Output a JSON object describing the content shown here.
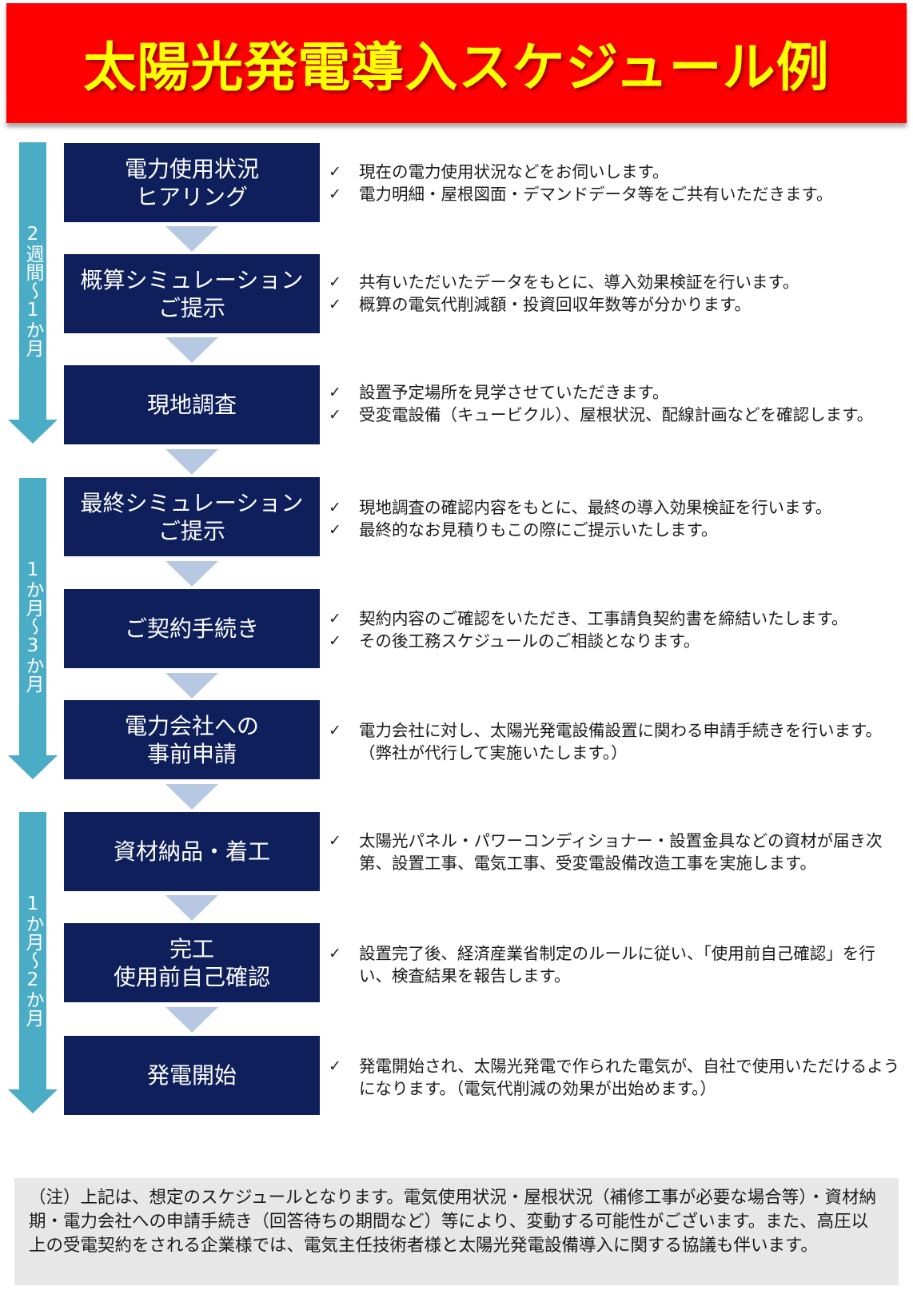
{
  "title": "太陽光発電導入スケジュール例",
  "colors": {
    "banner": "#ff0000",
    "title_text": "#ffff00",
    "step_box": "#0e1f5b",
    "phase_arrow": "#4bacc6",
    "step_arrow": "#b7c9e2",
    "note_bg": "#e7e7e7"
  },
  "phases": [
    {
      "label": "2週間〜1か月"
    },
    {
      "label": "1か月〜3か月"
    },
    {
      "label": "1か月〜2か月"
    }
  ],
  "steps": [
    {
      "label": "電力使用状況\nヒアリング",
      "items": [
        "現在の電力使用状況などをお伺いします。",
        "電力明細・屋根図面・デマンドデータ等をご共有いただきます。"
      ]
    },
    {
      "label": "概算シミュレーション\nご提示",
      "items": [
        "共有いただいたデータをもとに、導入効果検証を行います。",
        "概算の電気代削減額・投資回収年数等が分かります。"
      ]
    },
    {
      "label": "現地調査",
      "items": [
        "設置予定場所を見学させていただきます。",
        "受変電設備（キュービクル）、屋根状況、配線計画などを確認します。"
      ]
    },
    {
      "label": "最終シミュレーション\nご提示",
      "items": [
        "現地調査の確認内容をもとに、最終の導入効果検証を行います。",
        "最終的なお見積りもこの際にご提示いたします。"
      ]
    },
    {
      "label": "ご契約手続き",
      "items": [
        "契約内容のご確認をいただき、工事請負契約書を締結いたします。",
        "その後工務スケジュールのご相談となります。"
      ]
    },
    {
      "label": "電力会社への\n事前申請",
      "items": [
        "電力会社に対し、太陽光発電設備設置に関わる申請手続きを行います。（弊社が代行して実施いたします。）"
      ]
    },
    {
      "label": "資材納品・着工",
      "items": [
        "太陽光パネル・パワーコンディショナー・設置金具などの資材が届き次第、設置工事、電気工事、受変電設備改造工事を実施します。"
      ]
    },
    {
      "label": "完工\n使用前自己確認",
      "items": [
        "設置完了後、経済産業省制定のルールに従い、「使用前自己確認」を行い、検査結果を報告します。"
      ]
    },
    {
      "label": "発電開始",
      "items": [
        "発電開始され、太陽光発電で作られた電気が、自社で使用いただけるようになります。（電気代削減の効果が出始めます。）"
      ]
    }
  ],
  "check_mark": "✓",
  "note": "（注）上記は、想定のスケジュールとなります。電気使用状況・屋根状況（補修工事が必要な場合等）・資材納期・電力会社への申請手続き（回答待ちの期間など）等により、変動する可能性がございます。また、高圧以上の受電契約をされる企業様では、電気主任技術者様と太陽光発電設備導入に関する協議も伴います。"
}
